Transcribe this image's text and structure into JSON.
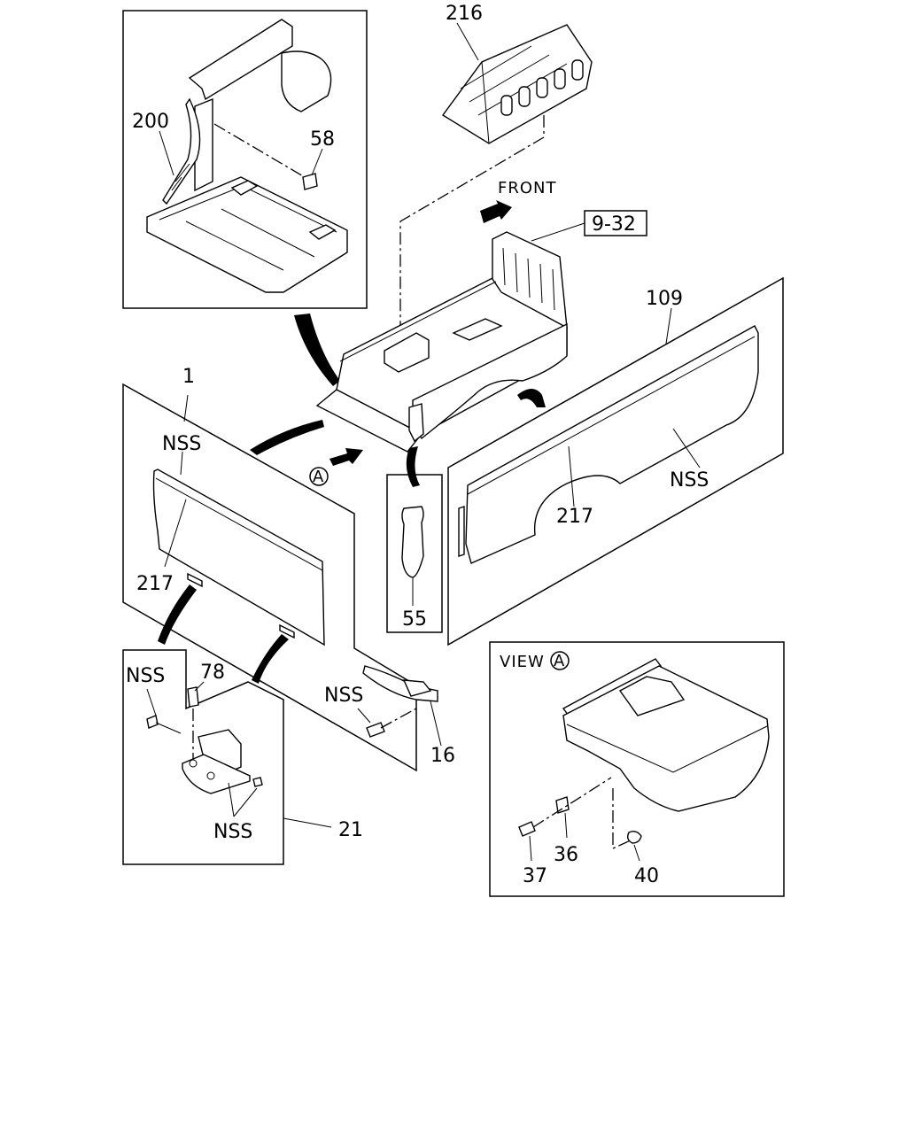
{
  "callouts": {
    "p216": "216",
    "p200": "200",
    "p58": "58",
    "front": "FRONT",
    "ref_9_32": "9-32",
    "p109": "109",
    "p1": "1",
    "nss_tail_top": "NSS",
    "view_marker_a": "A",
    "nss_side": "NSS",
    "p217_side": "217",
    "p217_tail": "217",
    "p55": "55",
    "view_label": "VIEW",
    "view_a": "A",
    "nss_hinge_top": "NSS",
    "p78": "78",
    "nss_hook": "NSS",
    "p16": "16",
    "nss_hinge_bottom": "NSS",
    "p21": "21",
    "p36": "36",
    "p37": "37",
    "p40": "40"
  }
}
